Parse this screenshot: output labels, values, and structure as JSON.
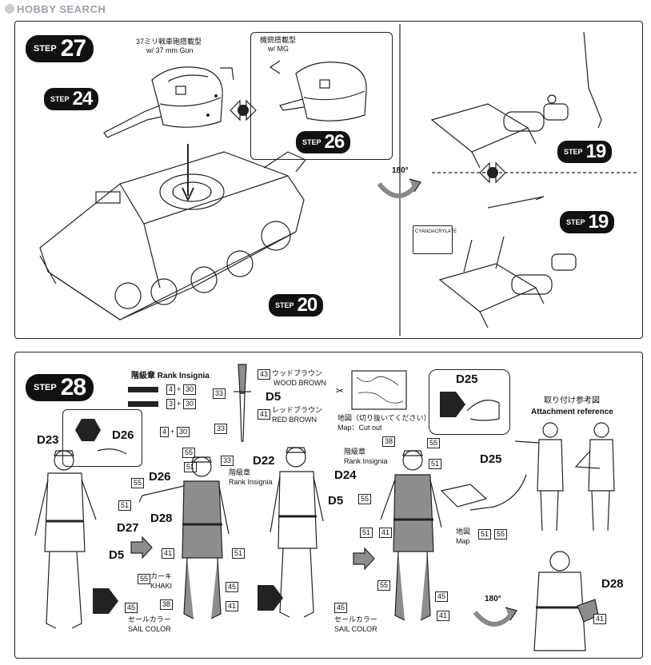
{
  "watermark": "HOBBY SEARCH",
  "step27": {
    "tag_word": "STEP",
    "step": "27",
    "gun_jp": "37ミリ戦車砲搭載型",
    "gun_en": "w/ 37 mm Gun",
    "mg_jp": "機銃搭載型",
    "mg_en": "w/ MG",
    "ref24": "24",
    "ref26": "26",
    "ref20": "20"
  },
  "step19": {
    "ref_a": "19",
    "ref_b": "19",
    "rotate": "180°",
    "cement": "CYANOACRYLATE"
  },
  "step28": {
    "tag_word": "STEP",
    "step": "28",
    "rank_jp": "階級章",
    "rank_en": "Rank Insignia",
    "rank_row1": [
      "4",
      "30"
    ],
    "rank_row2": [
      "3",
      "30"
    ],
    "wood_jp": "ウッドブラウン",
    "wood_en": "WOOD BROWN",
    "red_jp": "レッドブラウン",
    "red_en": "RED BROWN",
    "map_jp": "地図（切り抜いてください）",
    "map_en": "Map：Cut out",
    "attach_jp": "取り付け参考図",
    "attach_en": "Attachment reference",
    "khaki_jp": "カーキ",
    "khaki_en": "KHAKI",
    "sail_jp": "セールカラー",
    "sail_en": "SAIL COLOR",
    "map_small_jp": "地図",
    "map_small_en": "Map",
    "rotate": "180°",
    "parts": [
      "D23",
      "D26",
      "D27",
      "D5",
      "D26",
      "D28",
      "D22",
      "D5",
      "D24",
      "D25",
      "D25",
      "D28"
    ],
    "codes": [
      "43",
      "33",
      "41",
      "4",
      "30",
      "55",
      "51",
      "33",
      "55",
      "51",
      "41",
      "51",
      "55",
      "38",
      "41",
      "45",
      "55",
      "51",
      "41",
      "45",
      "38",
      "41",
      "45",
      "55",
      "51",
      "55"
    ]
  }
}
